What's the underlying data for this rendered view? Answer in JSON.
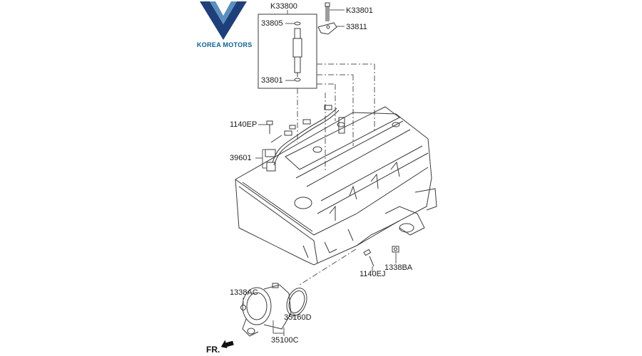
{
  "brand": {
    "name": "KOREA MOTORS",
    "logo_icon": "km-chevron-logo-icon",
    "colors": {
      "logo_dark": "#1f3f7a",
      "logo_light": "#5b8fbf",
      "text": "#0b5f8f"
    }
  },
  "orientation": {
    "label": "FR.",
    "icon": "front-direction-arrow-icon"
  },
  "parts": {
    "injector_assembly": "K33800",
    "injector_bolt": "K33801",
    "washer_top": "33805",
    "injector_clamp": "33811",
    "washer_bottom": "33801",
    "harness_bolt": "1140EP",
    "injector_harness": "39601",
    "manifold_bolt": "1140EJ",
    "manifold_nut": "1338BA",
    "housing_bolt": "1338AC",
    "gasket": "35160D",
    "throttle_housing": "35100C"
  },
  "colors": {
    "line": "#3a3a3a",
    "leader": "#555555",
    "background": "#ffffff"
  }
}
